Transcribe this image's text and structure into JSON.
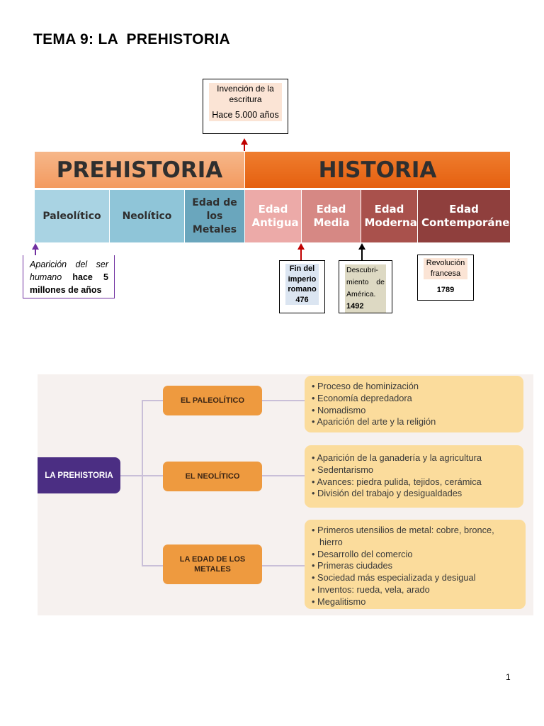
{
  "page_title": "TEMA 9: LA  PREHISTORIA",
  "timeline": {
    "eras": {
      "prehistoria": "PREHISTORIA",
      "historia": "HISTORIA"
    },
    "periods": {
      "paleolitico": "Paleolítico",
      "neolitico": "Neolítico",
      "metales": "Edad de los Metales",
      "antigua": "Edad Antigua",
      "media": "Edad Media",
      "moderna": "Edad Moderna",
      "contemporanea": "Edad Contemporánea"
    },
    "colors": {
      "prehistoria": "#f39a5f",
      "historia": "#e5600f",
      "paleolitico": "#a9d3e3",
      "neolitico": "#8fc5d8",
      "metales": "#6aa6bd",
      "antigua": "#ecaaa8",
      "media": "#d68884",
      "moderna": "#a9514c",
      "contemporanea": "#8f3f3d"
    }
  },
  "events": {
    "escritura": {
      "line1": "Invención de la escritura",
      "line2": "Hace 5.000 años",
      "arrow_color": "#c00000"
    },
    "ser_humano": {
      "italic": "Aparición del ser humano",
      "bold": "hace 5 millones de años",
      "arrow_color": "#7030a0"
    },
    "imperio_romano": {
      "text": "Fin del imperio romano",
      "year": "476",
      "arrow_color": "#c00000"
    },
    "america": {
      "text": "Descubri-miento de América.",
      "year": "1492",
      "arrow_color": "#000000"
    },
    "revolucion": {
      "text": "Revolución francesa",
      "year": "1789"
    }
  },
  "mindmap": {
    "root": "LA PREHISTORIA",
    "branches": [
      {
        "label": "EL PALEOLÍTICO",
        "items": [
          "Proceso de hominización",
          "Economía depredadora",
          "Nomadismo",
          "Aparición del arte y la religión"
        ]
      },
      {
        "label": "EL NEOLÍTICO",
        "items": [
          "Aparición de la ganadería y la agricultura",
          "Sedentarismo",
          "Avances: piedra pulida, tejidos, cerámica",
          "División del trabajo y desigualdades"
        ]
      },
      {
        "label": "LA EDAD DE LOS METALES",
        "items": [
          "Primeros utensilios de metal: cobre, bronce, hierro",
          "Desarrollo del comercio",
          "Primeras ciudades",
          "Sociedad más especializada y desigual",
          "Inventos: rueda, vela, arado",
          "Megalitismo"
        ]
      }
    ]
  },
  "page_number": "1"
}
